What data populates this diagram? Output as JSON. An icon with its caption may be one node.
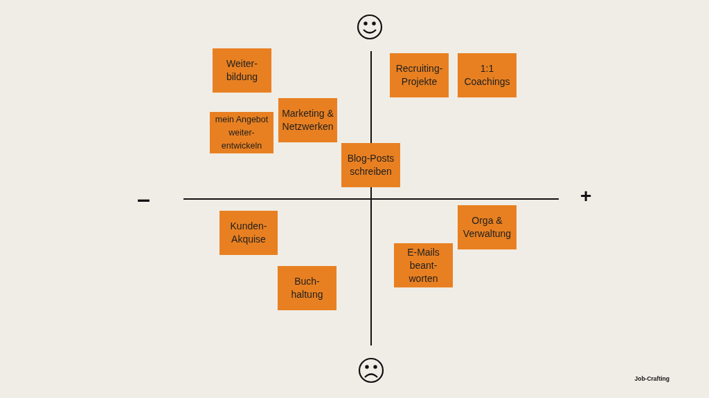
{
  "diagram": {
    "caption": "Job-Crafting",
    "nodes": [
      {
        "text": [
          "Weiter- bildung"
        ]
      },
      {
        "text": [
          "Recruiting- Projekte"
        ]
      },
      {
        "text": [
          "1:1 Coachings"
        ]
      },
      {
        "text": [
          "mein Angebot weiter- entwickeln"
        ]
      },
      {
        "text": [
          "Marketing & Netzwerken"
        ]
      },
      {
        "text": [
          "Blog-Posts schreiben"
        ]
      },
      {
        "text": [
          "Kunden- Akquise"
        ]
      },
      {
        "text": [
          "Orga & Verwaltung"
        ]
      },
      {
        "text": [
          "E-Mails beant- worten"
        ]
      },
      {
        "text": [
          "Buch- haltung"
        ]
      }
    ],
    "labels": [
      "–",
      "+"
    ]
  }
}
